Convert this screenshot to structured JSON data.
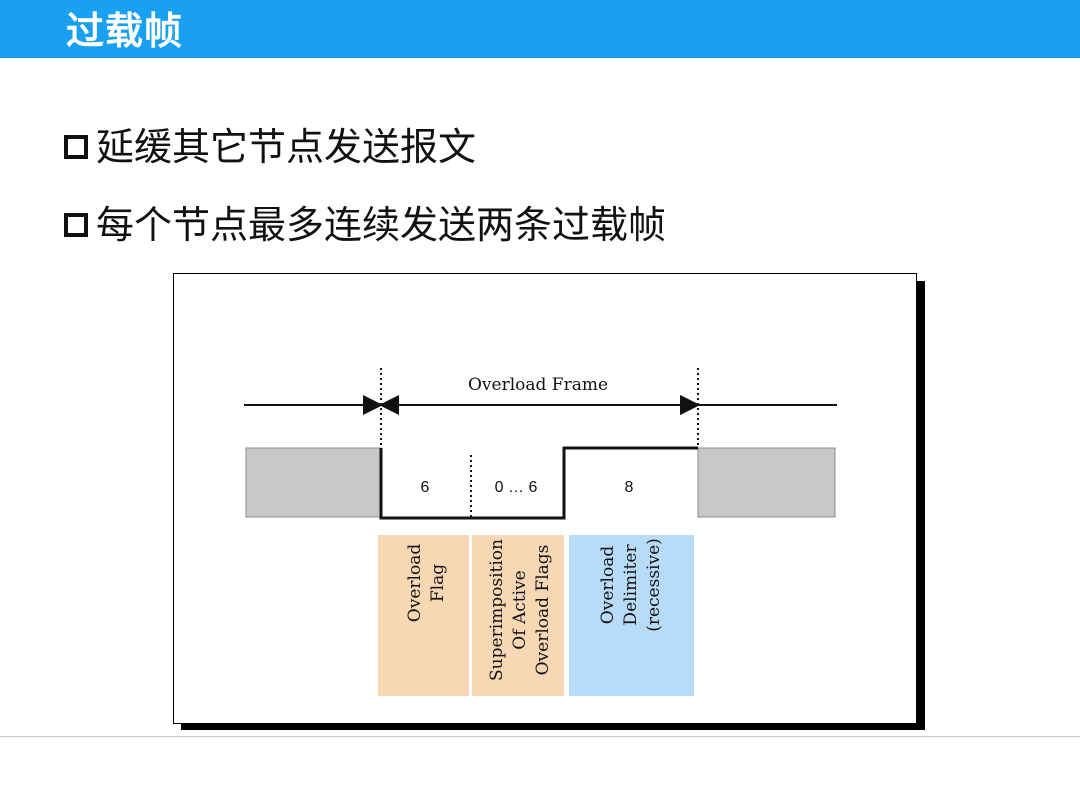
{
  "slide": {
    "title": "过载帧"
  },
  "bullets": [
    {
      "text": "延缓其它节点发送报文"
    },
    {
      "text": "每个节点最多连续发送两条过载帧"
    }
  ],
  "diagram": {
    "frame_label": "Overload Frame",
    "segments": [
      {
        "label": "6"
      },
      {
        "label": "0 … 6"
      },
      {
        "label": "8"
      }
    ],
    "fields": [
      {
        "lines": [
          "Overload",
          "Flag"
        ],
        "color": "#f8d7b4"
      },
      {
        "lines": [
          "Superimposition",
          "Of Active",
          "Overload Flags"
        ],
        "color": "#f8d7b4"
      },
      {
        "lines": [
          "Overload",
          "Delimiter",
          "(recessive)"
        ],
        "color": "#b8dcf7"
      }
    ],
    "colors": {
      "outside_block": "#c8c8c8",
      "field_orange": "#f8d7b4",
      "field_blue": "#b8dcf7"
    }
  }
}
